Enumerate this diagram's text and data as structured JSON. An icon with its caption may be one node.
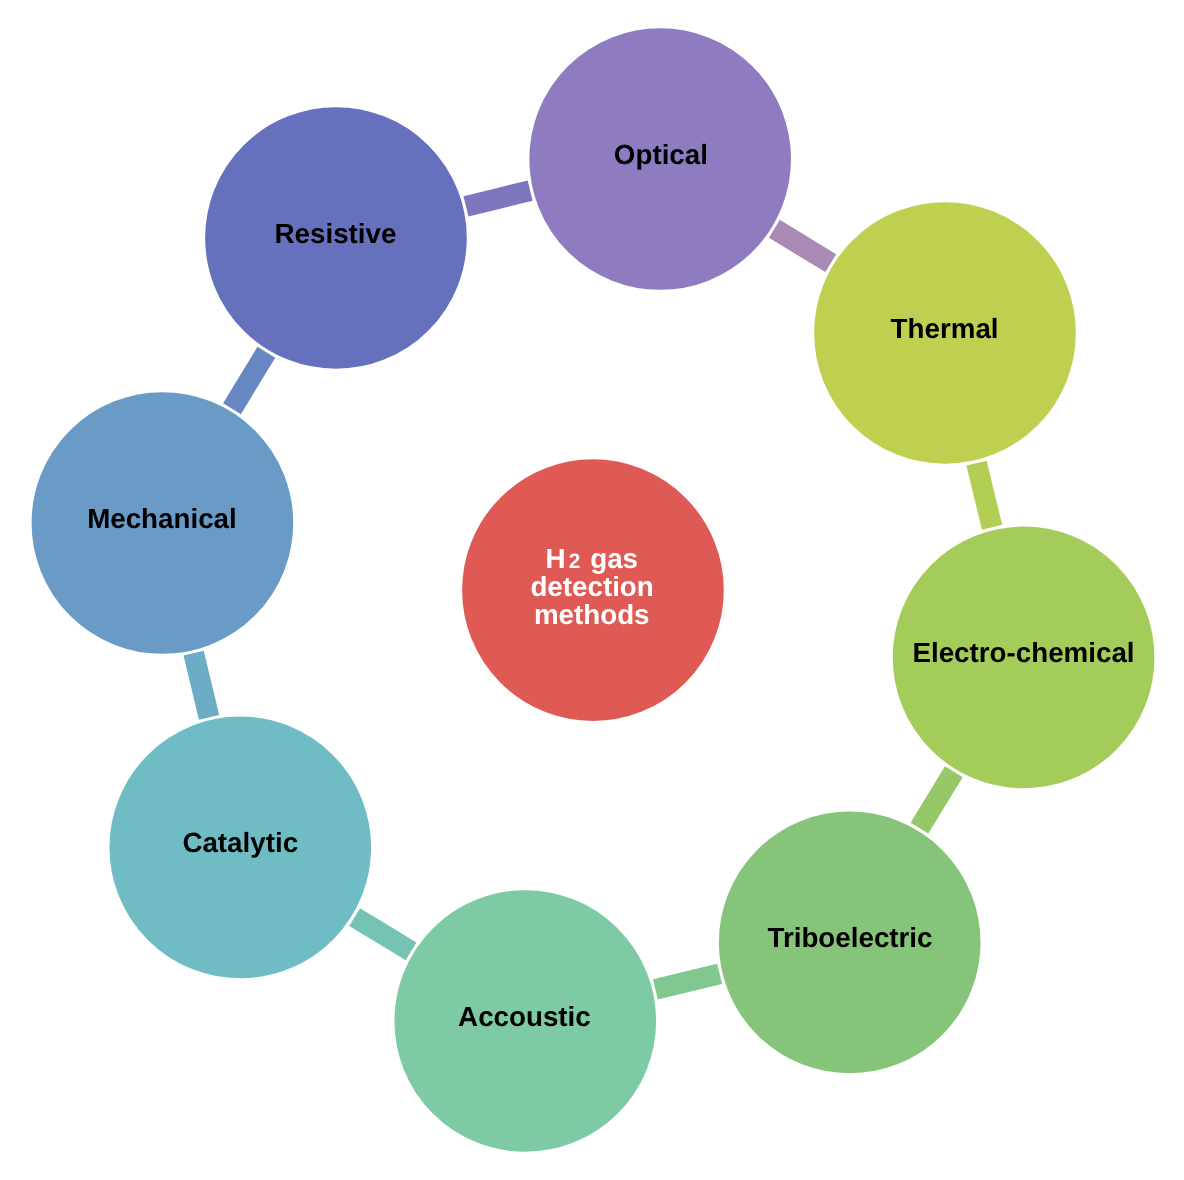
{
  "diagram": {
    "nodes": [
      {
        "text": [
          "Thermal"
        ]
      },
      {
        "text": [
          "Electro-chemical"
        ]
      },
      {
        "text": [
          "Triboelectric"
        ]
      },
      {
        "text": [
          "Accoustic"
        ]
      },
      {
        "text": [
          "Catalytic"
        ]
      },
      {
        "text": [
          "Mechanical"
        ]
      },
      {
        "text": [
          "Resistive"
        ]
      },
      {
        "text": [
          "Optical"
        ]
      },
      {
        "text": [
          "H$_{2}$ gas detection methods"
        ]
      }
    ],
    "edges": [
      {
        "from": 0,
        "to": 1,
        "arrow": "none",
        "color": "#b3ce55"
      },
      {
        "from": 1,
        "to": 2,
        "arrow": "none",
        "color": "#96c868"
      },
      {
        "from": 2,
        "to": 3,
        "arrow": "none",
        "color": "#82c790"
      },
      {
        "from": 3,
        "to": 4,
        "arrow": "none",
        "color": "#76c3b4"
      },
      {
        "from": 4,
        "to": 5,
        "arrow": "none",
        "color": "#6cacc5"
      },
      {
        "from": 5,
        "to": 6,
        "arrow": "none",
        "color": "#6886c2"
      },
      {
        "from": 6,
        "to": 7,
        "arrow": "none",
        "color": "#7c76be"
      },
      {
        "from": 7,
        "to": 0,
        "arrow": "none",
        "color": "#a98ab5"
      }
    ]
  }
}
